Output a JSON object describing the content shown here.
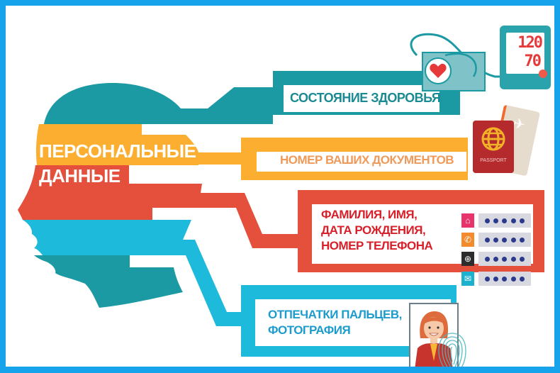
{
  "title": {
    "line1": "ПЕРСОНАЛЬНЫЕ",
    "line2": "ДАННЫЕ"
  },
  "branches": [
    {
      "id": "health",
      "label": "СОСТОЯНИЕ ЗДОРОВЬЯ",
      "color": "#1b9aa3",
      "text_color": "#1b8a93"
    },
    {
      "id": "documents",
      "label": "НОМЕР ВАШИХ ДОКУМЕНТОВ",
      "color": "#fbae2f",
      "text_color": "#ef9a5a"
    },
    {
      "id": "personal",
      "label_lines": [
        "ФАМИЛИЯ, ИМЯ,",
        "ДАТА РОЖДЕНИЯ,",
        "НОМЕР ТЕЛЕФОНА"
      ],
      "color": "#e5503c",
      "text_color": "#d8202a"
    },
    {
      "id": "biometrics",
      "label_lines": [
        "ОТПЕЧАТКИ ПАЛЬЦЕВ,",
        "ФОТОГРАФИЯ"
      ],
      "color": "#1dbadc",
      "text_color": "#1c9ccc"
    }
  ],
  "blood_pressure": {
    "systolic": "120",
    "diastolic": "70"
  },
  "passport": {
    "label": "PASSPORT"
  },
  "contact_fields": [
    {
      "icon": "home-icon",
      "color": "#e8336d",
      "masked": "•••••"
    },
    {
      "icon": "phone-icon",
      "color": "#f38a2c",
      "masked": "•••••"
    },
    {
      "icon": "globe-icon",
      "color": "#2d2d2d",
      "masked": "•••••"
    },
    {
      "icon": "mail-icon",
      "color": "#1db1d0",
      "masked": "•••••"
    }
  ],
  "colors": {
    "frame": "#17a3ec",
    "teal": "#1b9aa3",
    "orange": "#fbae2f",
    "red": "#e5503c",
    "cyan": "#1dbadc"
  }
}
